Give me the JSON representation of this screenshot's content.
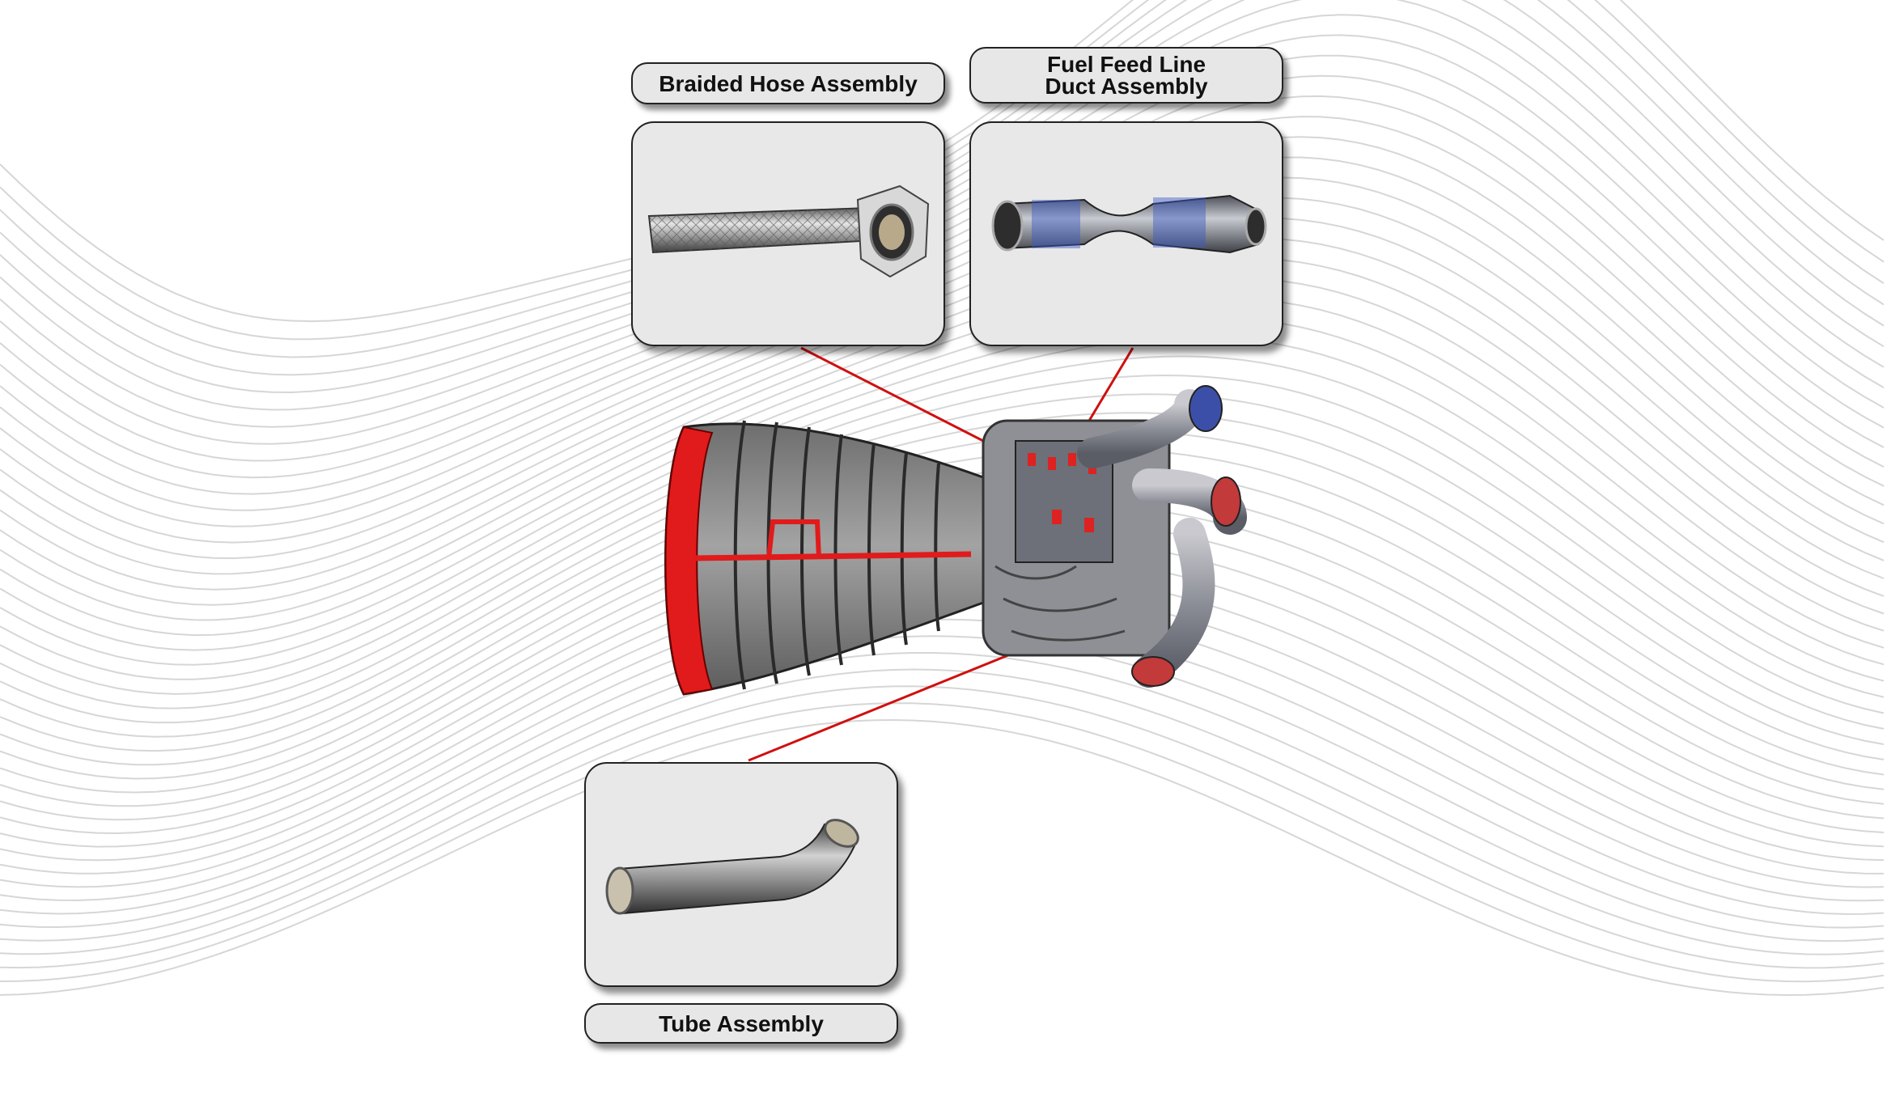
{
  "labels": {
    "braided_hose": "Braided Hose Assembly",
    "fuel_feed_line": "Fuel Feed Line\nDuct Assembly",
    "tube": "Tube Assembly"
  },
  "colors": {
    "leader_line": "#d01010",
    "nozzle_red": "#e11b1b",
    "nozzle_gray": "#8a8a8a",
    "card_bg": "#e8e8e8",
    "wave_line": "#d6d6d6"
  },
  "icons": {
    "braided_hose": "braided-hose-image",
    "fuel_feed_line": "fuel-duct-image",
    "tube": "bent-tube-image",
    "engine": "rocket-engine-image"
  }
}
